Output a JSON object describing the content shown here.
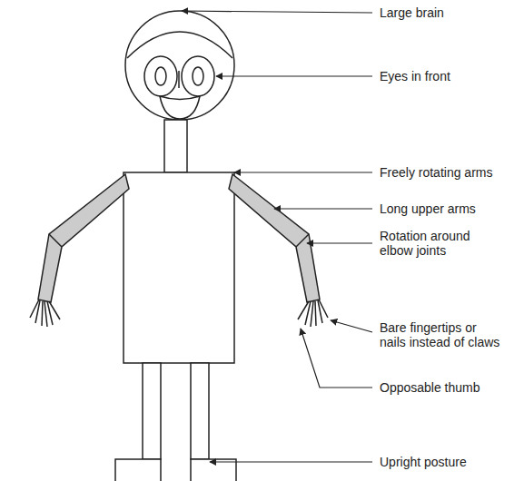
{
  "diagram": {
    "labels": [
      "Large brain",
      "Eyes in front",
      "Freely rotating arms",
      "Long upper arms",
      "Rotation around elbow joints",
      "Bare fingertips or nails instead of claws",
      "Opposable thumb",
      "Upright posture"
    ]
  }
}
